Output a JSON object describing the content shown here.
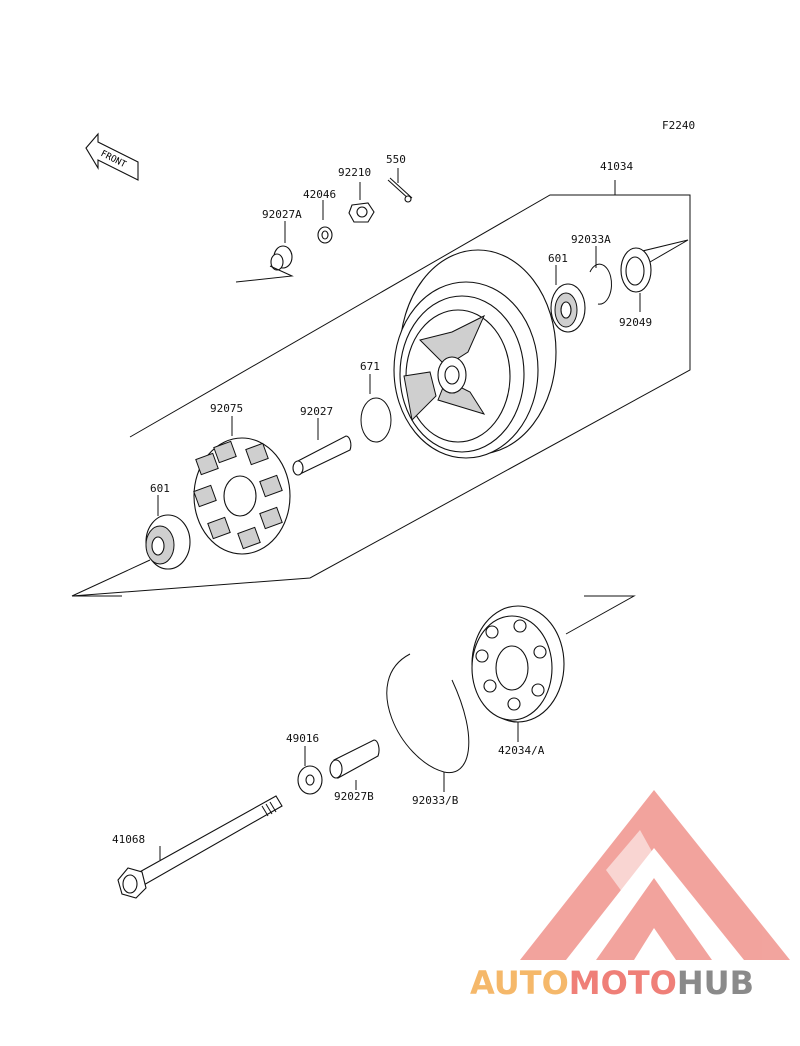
{
  "diagram": {
    "figure_code": "F2240",
    "front_label": "FRONT",
    "parts": {
      "p41034": "41034",
      "p550": "550",
      "p92210": "92210",
      "p42046": "42046",
      "p92027A": "92027A",
      "p92033A": "92033A",
      "p601_top": "601",
      "p92049": "92049",
      "p671": "671",
      "p92075": "92075",
      "p92027": "92027",
      "p601_left": "601",
      "p49016": "49016",
      "p92027B": "92027B",
      "p92033B": "92033/B",
      "p42034A": "42034/A",
      "p41068": "41068"
    }
  },
  "watermark": {
    "brand_part1": "AUTO",
    "brand_part2": "MOTO",
    "brand_part3": "HUB",
    "colors": {
      "orange": "#f5b86a",
      "salmon": "#ef7f78",
      "gray": "#8a8a8a"
    }
  }
}
